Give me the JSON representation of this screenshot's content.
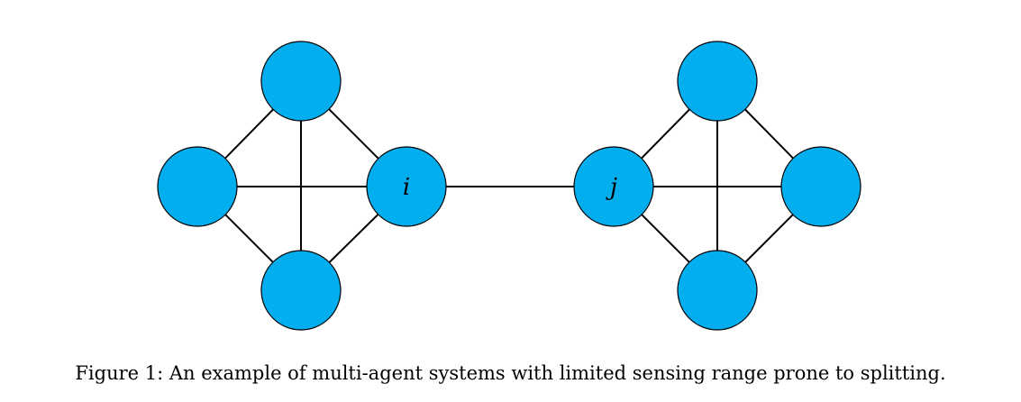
{
  "figure": {
    "caption": "Figure 1: An example of multi-agent systems with limited sensing range prone to splitting.",
    "node_color": "#03AEEF",
    "edge_color": "#000000",
    "nodes": [
      {
        "id": "L-top",
        "label": ""
      },
      {
        "id": "L-left",
        "label": ""
      },
      {
        "id": "i",
        "label": "i"
      },
      {
        "id": "L-bottom",
        "label": ""
      },
      {
        "id": "j",
        "label": "j"
      },
      {
        "id": "R-top",
        "label": ""
      },
      {
        "id": "R-right",
        "label": ""
      },
      {
        "id": "R-bottom",
        "label": ""
      }
    ],
    "edges": [
      [
        "L-top",
        "L-left"
      ],
      [
        "L-top",
        "i"
      ],
      [
        "L-top",
        "L-bottom"
      ],
      [
        "L-left",
        "i"
      ],
      [
        "L-left",
        "L-bottom"
      ],
      [
        "i",
        "L-bottom"
      ],
      [
        "i",
        "j"
      ],
      [
        "j",
        "R-top"
      ],
      [
        "j",
        "R-right"
      ],
      [
        "j",
        "R-bottom"
      ],
      [
        "R-top",
        "R-right"
      ],
      [
        "R-top",
        "R-bottom"
      ],
      [
        "R-right",
        "R-bottom"
      ]
    ]
  }
}
